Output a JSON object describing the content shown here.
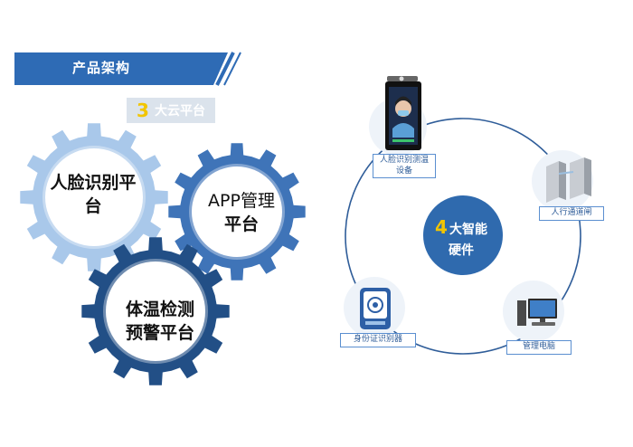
{
  "title": "产品架构",
  "subtitle": {
    "number": "3",
    "text": "大云平台"
  },
  "platforms": [
    {
      "line1": "人脸识别平",
      "line2": "台"
    },
    {
      "line1": "APP管理",
      "line2": "平台"
    },
    {
      "line1": "体温检测",
      "line2": "预警平台"
    }
  ],
  "hardware_center": {
    "number": "4",
    "line1": "大智能",
    "line2": "硬件"
  },
  "devices": [
    {
      "label_line1": "人脸识别测温",
      "label_line2": "设备",
      "icon": "face-thermometer-terminal-icon"
    },
    {
      "label": "人行通道闸",
      "icon": "turnstile-gate-icon"
    },
    {
      "label": "身份证识别器",
      "icon": "id-card-reader-icon"
    },
    {
      "label": "管理电脑",
      "icon": "desktop-computer-icon"
    }
  ],
  "colors": {
    "banner": "#2e6bb5",
    "gear_light": "#a9c8ea",
    "gear_mid": "#3f74b8",
    "gear_dark": "#224f86",
    "circle_outline": "#2f5d99",
    "center_fill": "#2f6aae",
    "accent_yellow": "#f2c500"
  }
}
